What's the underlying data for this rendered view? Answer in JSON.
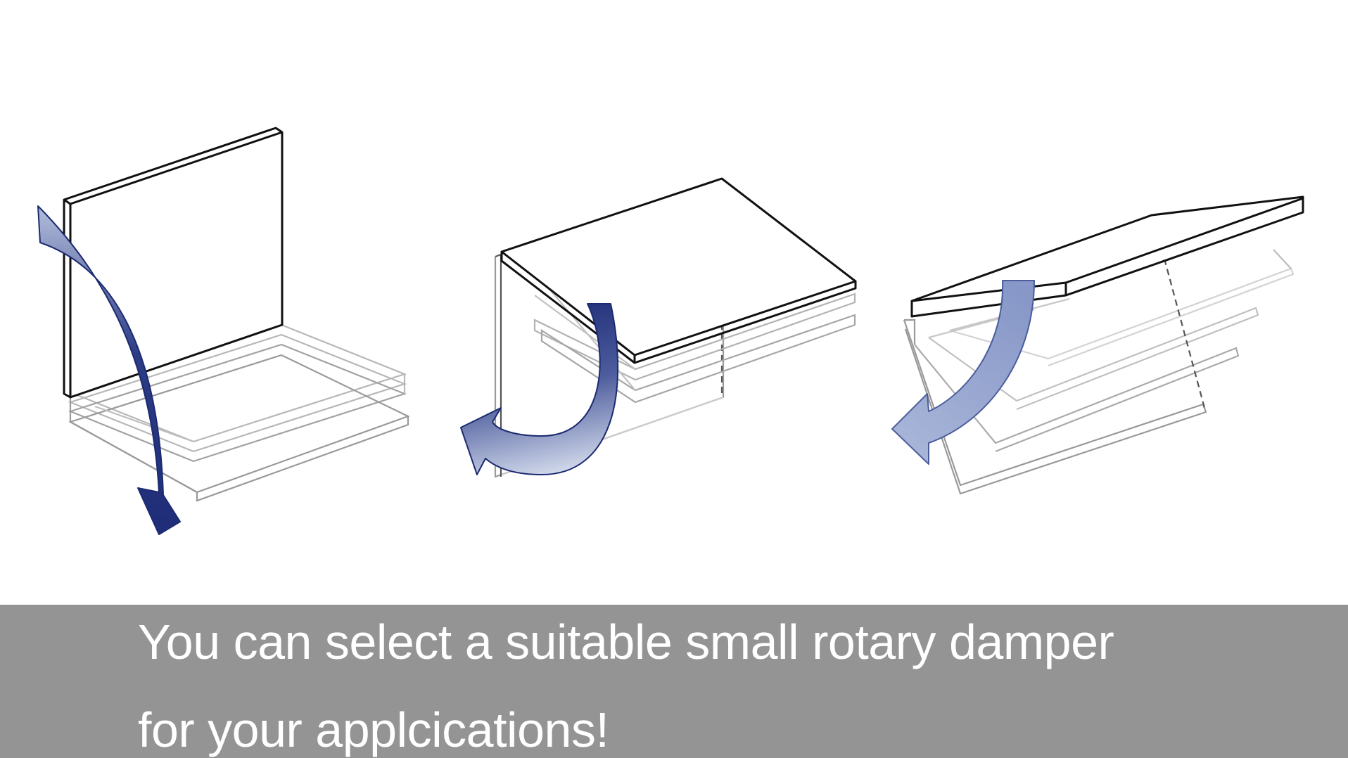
{
  "caption": {
    "line1": "You can select a suitable small rotary damper",
    "line2": "for your applcications!"
  },
  "colors": {
    "background": "#ffffff",
    "caption_band": "#949494",
    "caption_text": "#ffffff",
    "arrow_dark": "#263580",
    "arrow_light": "#a9b5d6",
    "panel_stroke": "#111111",
    "ghost_stroke": "#9a9a9a"
  },
  "illustrations": [
    {
      "name": "lid-falling-forward",
      "arrow_icon": "curved-arrow-down-icon"
    },
    {
      "name": "lid-folding-under",
      "arrow_icon": "curved-arrow-back-icon"
    },
    {
      "name": "lid-swinging-down",
      "arrow_icon": "curved-arrow-down-left-icon"
    }
  ]
}
